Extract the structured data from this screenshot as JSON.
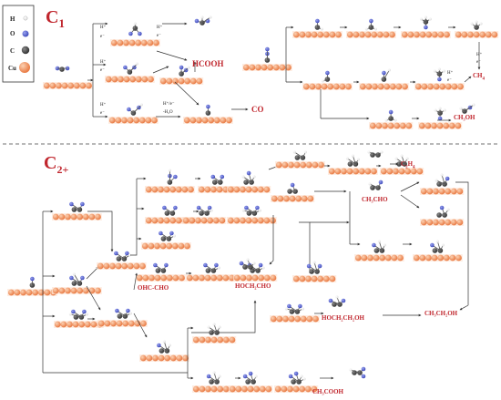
{
  "legend": {
    "items": [
      {
        "symbol": "H",
        "color": "#d9d9d9"
      },
      {
        "symbol": "O",
        "color": "#3a46b8"
      },
      {
        "symbol": "C",
        "color": "#2b2b2b"
      },
      {
        "symbol": "Cu",
        "color": "#e8743b"
      }
    ]
  },
  "sections": {
    "c1_main": "C",
    "c1_sub": "1",
    "c2_main": "C",
    "c2_sub": "2+"
  },
  "products": {
    "hcooh": "HCOOH",
    "co": "CO",
    "ch4_main": "CH",
    "ch4_sub": "4",
    "ch3oh": "CH₃OH",
    "c2h4_main": "C",
    "c2h4_sub1": "2",
    "c2h4_mid": "H",
    "c2h4_sub2": "4",
    "ch3cho": "CH₃CHO",
    "ohccho": "OHC-CHO",
    "hoch2cho": "HOCH₂CHO",
    "hoch2ch2oh": "HOCH₂CH₂OH",
    "ch3ch2oh": "CH₃CH₂OH",
    "ch3cooh": "CH₃COOH"
  },
  "steps": {
    "h_plus": "H⁺",
    "e_minus": "e⁻",
    "water": "-H₂O",
    "h_e": "H⁺/e⁻"
  }
}
